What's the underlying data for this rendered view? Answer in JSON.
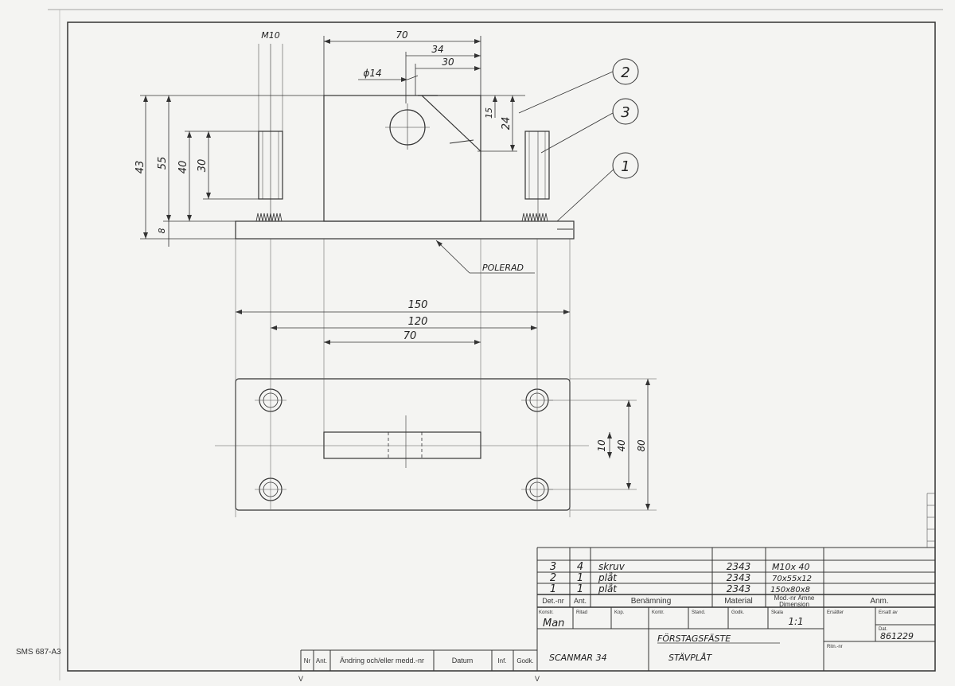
{
  "sheet": {
    "standard": "SMS 687-A3",
    "fold_marks": [
      "V",
      "V"
    ]
  },
  "side_view": {
    "dim_m10": "M10",
    "dim_70": "70",
    "dim_34": "34",
    "dim_30": "30",
    "dim_phi14": "ϕ14",
    "dim_15": "15",
    "dim_24": "24",
    "dim_43": "43",
    "dim_55": "55",
    "dim_40": "40",
    "dim_30b": "30",
    "dim_8": "8",
    "note_polerad": "POLERAD",
    "balloon_1": "1",
    "balloon_2": "2",
    "balloon_3": "3"
  },
  "top_view": {
    "dim_150": "150",
    "dim_120": "120",
    "dim_70": "70",
    "dim_10": "10",
    "dim_40": "40",
    "dim_80": "80"
  },
  "parts_list": {
    "rows": [
      {
        "det": "3",
        "ant": "4",
        "ben": "skruv",
        "mat": "2343",
        "dim": "M10x 40"
      },
      {
        "det": "2",
        "ant": "1",
        "ben": "plåt",
        "mat": "2343",
        "dim": "70x55x12"
      },
      {
        "det": "1",
        "ant": "1",
        "ben": "plåt",
        "mat": "2343",
        "dim": "150x80x8"
      }
    ],
    "headers": {
      "det": "Det.-nr",
      "ant": "Ant.",
      "ben": "Benämning",
      "mat": "Material",
      "dim1": "Mod.-nr  Ämne",
      "dim2": "Dimension",
      "anm": "Anm."
    }
  },
  "title_block": {
    "konstr_label": "Konstr.",
    "konstr_value": "Man",
    "ritad": "Ritad",
    "kop": "Kop.",
    "kontr": "Kontr.",
    "stand": "Stand.",
    "godk": "Godk.",
    "skala_label": "Skala",
    "skala_value": "1:1",
    "ersatter": "Ersätter",
    "ersatt_av": "Ersatt av",
    "dat_label": "Dat.",
    "dat_value": "861229",
    "ritn_nr": "Ritn.-nr",
    "company": "SCANMAR 34",
    "title1": "FÖRSTAGSFÄSTE",
    "title2": "STÄVPLÅT"
  },
  "revision": {
    "nr": "Nr",
    "ant": "Ant.",
    "andring": "Ändring och/eller medd.-nr",
    "datum": "Datum",
    "inf": "Inf.",
    "godk": "Godk."
  }
}
